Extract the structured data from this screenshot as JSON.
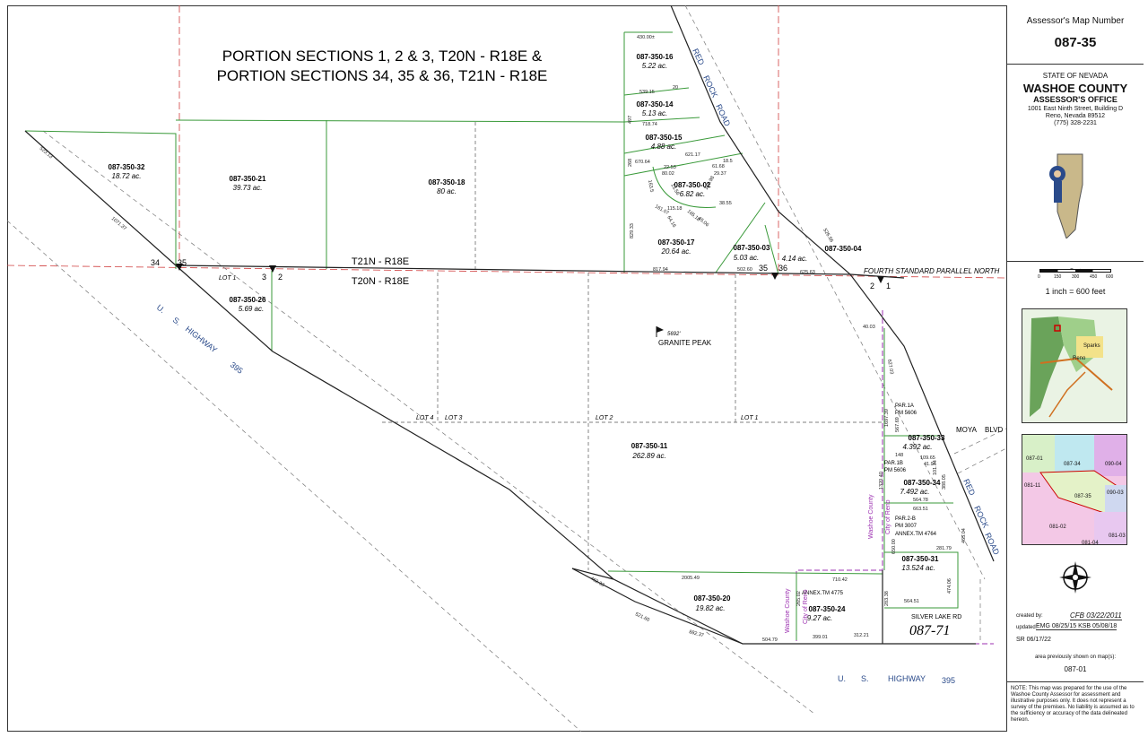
{
  "title_lines": [
    "PORTION SECTIONS 1, 2 & 3, T20N - R18E &",
    "PORTION SECTIONS 34, 35 & 36, T21N - R18E"
  ],
  "colors": {
    "parcel_line": "#3a9a3a",
    "road": "#222222",
    "section_dash": "#c03030",
    "city_line": "#9b2fb0",
    "highway_text": "#2a4a8a"
  },
  "parcels": [
    {
      "id": "087-350-32",
      "area": "18.72 ac."
    },
    {
      "id": "087-350-21",
      "area": "39.73 ac."
    },
    {
      "id": "087-350-18",
      "area": "80 ac."
    },
    {
      "id": "087-350-16",
      "area": "5.22 ac."
    },
    {
      "id": "087-350-14",
      "area": "5.13 ac."
    },
    {
      "id": "087-350-15",
      "area": "4.88 ac."
    },
    {
      "id": "087-350-02",
      "area": "6.82 ac."
    },
    {
      "id": "087-350-17",
      "area": "20.64 ac."
    },
    {
      "id": "087-350-03",
      "area": "5.03 ac."
    },
    {
      "id": "087-350-04",
      "area": "4.14 ac."
    },
    {
      "id": "087-350-26",
      "area": "5.69 ac."
    },
    {
      "id": "087-350-11",
      "area": "262.89 ac."
    },
    {
      "id": "087-350-33",
      "area": "4.392 ac."
    },
    {
      "id": "087-350-34",
      "area": "7.492 ac."
    },
    {
      "id": "087-350-31",
      "area": "13.524 ac."
    },
    {
      "id": "087-350-20",
      "area": "19.82 ac."
    },
    {
      "id": "087-350-24",
      "area": "9.27 ac."
    }
  ],
  "map_labels": {
    "t21n": "T21N - R18E",
    "t20n": "T20N - R18E",
    "fourth_parallel": "FOURTH STANDARD PARALLEL NORTH",
    "granite_peak": "GRANITE PEAK",
    "granite_elev": "5692'",
    "lot1_w": "LOT 1",
    "lot4": "LOT 4",
    "lot3": "LOT 3",
    "lot2": "LOT 2",
    "lot1": "LOT 1",
    "par1a": "PAR.1A",
    "pm5606a": "PM 5606",
    "par1b": "PAR.1B",
    "pm5606b": "PM 5606",
    "par2b": "PAR.2-B",
    "pm3007": "PM 3007",
    "annex4764": "ANNEX.TM 4764",
    "annex4775": "ANNEX.TM 4775",
    "washoe_county": "Washoe County",
    "city_of_reno": "City of Reno",
    "moya": "MOYA",
    "blvd": "BLVD",
    "silver_lake": "SILVER LAKE RD",
    "adjacent_map": "087-71",
    "sec34": "34",
    "sec35": "35",
    "sec3": "3",
    "sec2": "2",
    "sec35b": "35",
    "sec36": "36",
    "sec2b": "2",
    "sec1": "1",
    "red": "RED",
    "rock": "ROCK",
    "road": "ROAD",
    "red2": "RED",
    "rock2": "ROCK",
    "road2": "ROAD",
    "hwy_u": "U.",
    "hwy_s": "S.",
    "hwy_highway": "HIGHWAY",
    "hwy_395": "395",
    "hwy2_u": "U.",
    "hwy2_s": "S.",
    "hwy2_highway": "HIGHWAY",
    "hwy2_395": "395"
  },
  "dims": [
    "523.13",
    "1071.37",
    "430.00±",
    "539.15",
    "20",
    "718.74",
    "497",
    "268",
    "670.64",
    "22.53",
    "80.02",
    "621.17",
    "61.68",
    "29.37",
    "18.5",
    "13.56",
    "163.5",
    "161.07",
    "115.18",
    "64.16",
    "165.18",
    "45.06",
    "38.55",
    "176.98",
    "829.33",
    "817.94",
    "502.60",
    "625.63",
    "40.03",
    "2005.49",
    "710.42",
    "462.33",
    "521.60",
    "882.37",
    "504.79",
    "399.01",
    "312.21",
    "564.51",
    "281.79",
    "474.06",
    "564.78",
    "663.51",
    "1320.40",
    "650.00",
    "1697.39",
    "567.69",
    "148",
    "109.65",
    "41.94",
    "101.74",
    "388.05",
    "465.04",
    "283.38",
    "265.02",
    "526.56",
    "627.03"
  ],
  "panel": {
    "map_number_label": "Assessor's Map Number",
    "map_number": "087-35",
    "state": "STATE OF NEVADA",
    "county": "WASHOE COUNTY",
    "office": "ASSESSOR'S OFFICE",
    "address1": "1001 East Ninth Street, Building D",
    "address2": "Reno, Nevada  89512",
    "phone": "(775) 328-2231",
    "scale_unit": "Feet",
    "scale_ticks": [
      "0",
      "150",
      "300",
      "450",
      "600"
    ],
    "scale_text": "1 inch = 600 feet",
    "loc_sparks": "Sparks",
    "loc_reno": "Reno",
    "index_maps": [
      "087-01",
      "087-34",
      "090-04",
      "081-11",
      "087-35",
      "090-03",
      "081-02",
      "081-04",
      "081-03"
    ],
    "created_label": "created by:",
    "created_value": "CFB 03/22/2011",
    "updated_label": "updated:",
    "updated_value": "EMG 08/25/15  KSB 05/08/18",
    "sr_value": "SR 06/17/22",
    "prev_label": "area previously shown on map(s):",
    "prev_value": "087-01",
    "note": "NOTE: This map was prepared for the use of the Washoe County Assessor for assessment and illustrative purposes only. It does not represent a survey of the premises. No liability is assumed as to the sufficiency or accuracy of the data delineated hereon."
  }
}
